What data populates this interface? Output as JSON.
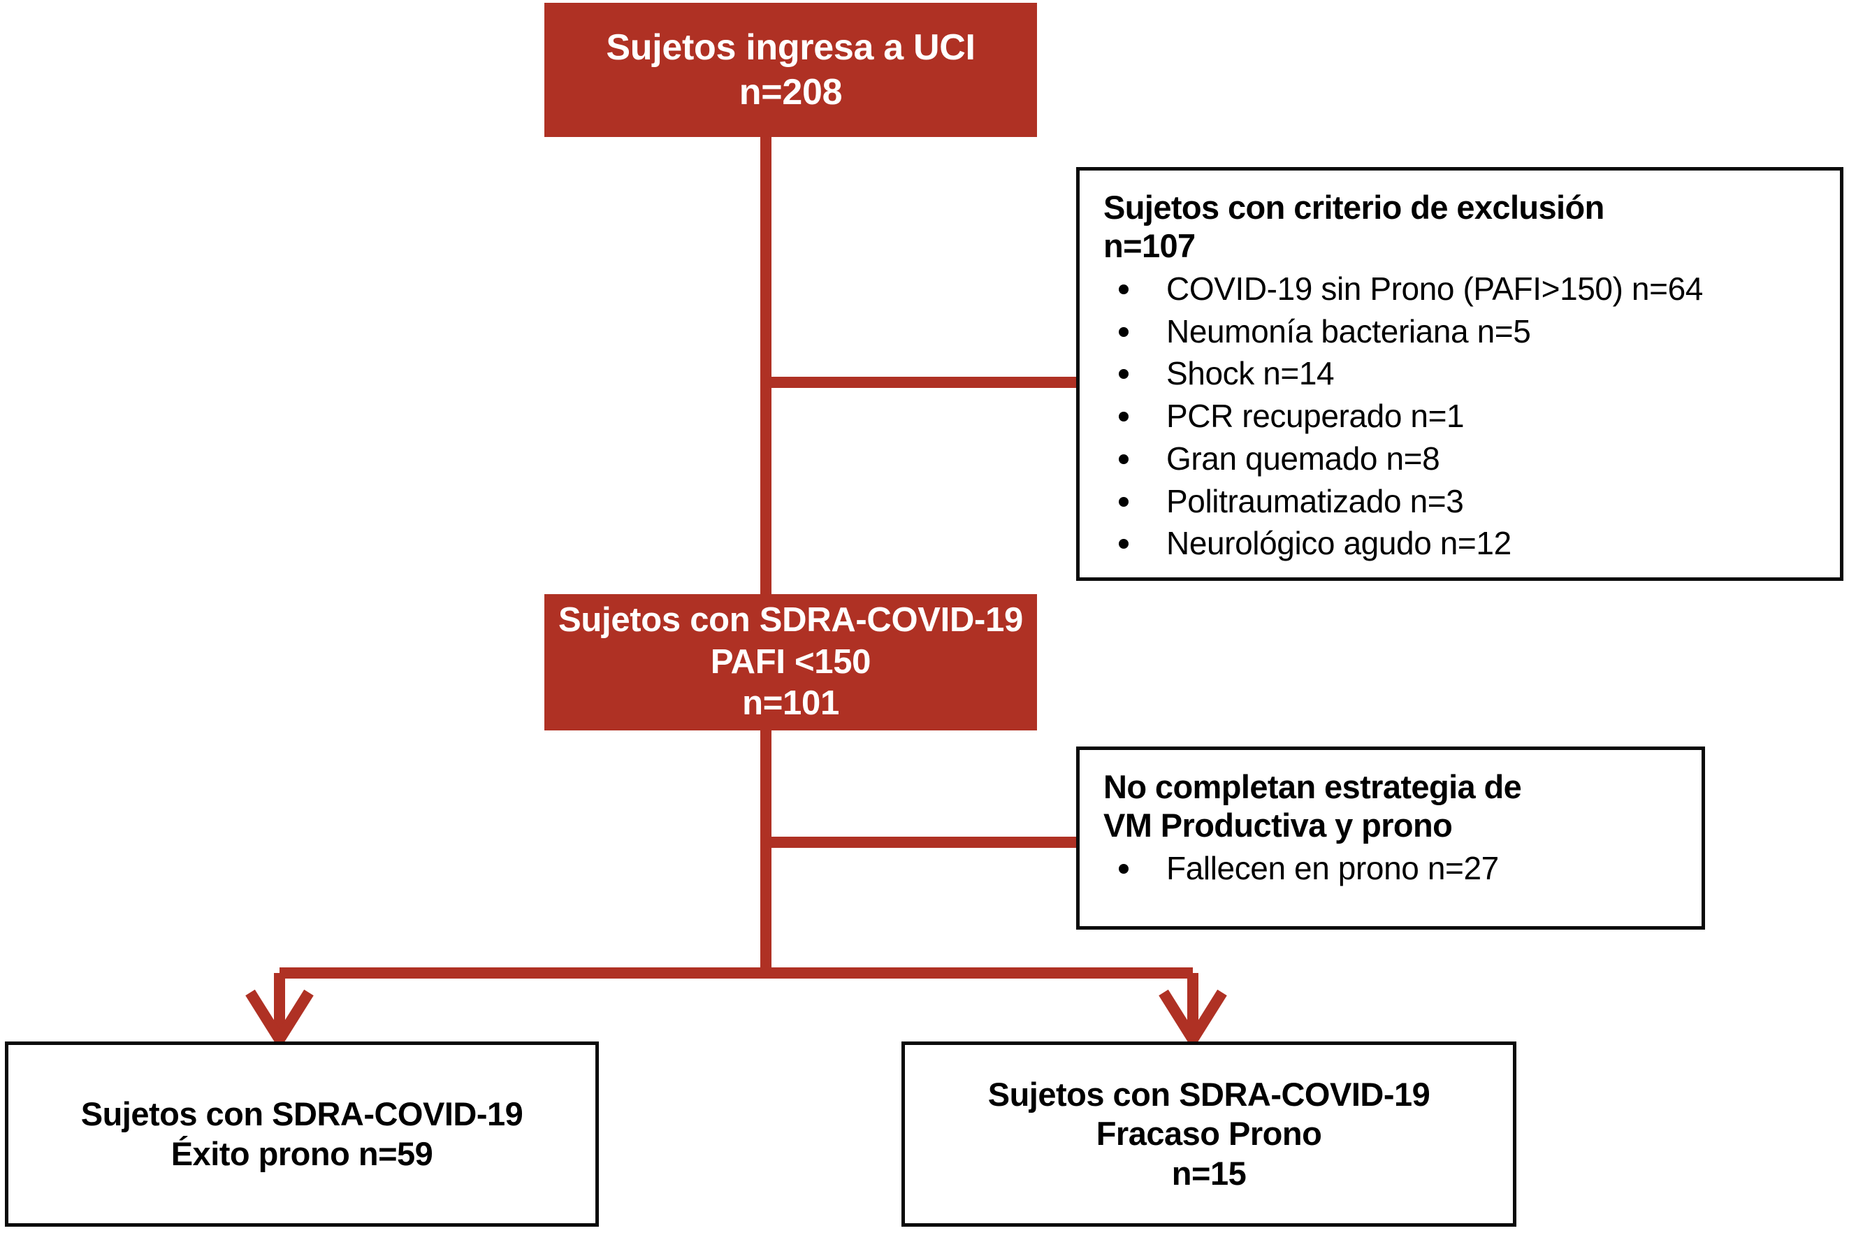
{
  "figure": {
    "type": "flowchart",
    "title": "Diagrama de flujo de selección de sujetos",
    "colors": {
      "accent_fill": "#AF3124",
      "connector": "#AF3124",
      "box_border": "#0A0A0A",
      "filled_text": "#FFFFFF",
      "outline_text": "#000000",
      "background": "#FFFFFF"
    }
  },
  "nodes": {
    "admitted": {
      "name": "Sujetos ingresa a UCI",
      "lines": [
        "Sujetos ingresa a UCI",
        "n=208"
      ],
      "count_label": "n=208",
      "count": 208,
      "style": "filled"
    },
    "excluded": {
      "name": "Sujetos con criterio de exclusión",
      "heading_lines": [
        "Sujetos con criterio de exclusión",
        "n=107"
      ],
      "count_label": "n=107",
      "count": 107,
      "items": [
        {
          "label": "COVID-19 sin Prono (PAFI>150) n=64",
          "count": 64
        },
        {
          "label": "Neumonía bacteriana n=5",
          "count": 5
        },
        {
          "label": "Shock  n=14",
          "count": 14
        },
        {
          "label": " PCR recuperado n=1",
          "count": 1
        },
        {
          "label": "Gran quemado n=8",
          "count": 8
        },
        {
          "label": "Politraumatizado n=3",
          "count": 3
        },
        {
          "label": "Neurológico agudo n=12",
          "count": 12
        }
      ],
      "style": "outlined"
    },
    "ards_cohort": {
      "name": "Sujetos con SDRA-COVID-19 PAFI <150",
      "lines": [
        "Sujetos con SDRA-COVID-19",
        "PAFI <150",
        "n=101"
      ],
      "count_label": "n=101",
      "count": 101,
      "style": "filled"
    },
    "incomplete": {
      "name": "No completan estrategia de VM Productiva y prono",
      "heading_lines": [
        "No completan estrategia de",
        "VM Productiva y prono"
      ],
      "items": [
        {
          "label": "Fallecen en prono n=27",
          "count": 27
        }
      ],
      "style": "outlined"
    },
    "success": {
      "name": "Sujetos con SDRA-COVID-19 Éxito prono",
      "lines": [
        "Sujetos con SDRA-COVID-19",
        "Éxito prono n=59"
      ],
      "count_label": "n=59",
      "count": 59,
      "style": "outlined"
    },
    "failure": {
      "name": "Sujetos con SDRA-COVID-19 Fracaso Prono",
      "lines": [
        "Sujetos con SDRA-COVID-19",
        "Fracaso Prono",
        "n=15"
      ],
      "count_label": "n=15",
      "count": 15,
      "style": "outlined"
    }
  },
  "edges": [
    {
      "from": "admitted",
      "to": "ards_cohort",
      "kind": "vertical-stem"
    },
    {
      "from": "admitted-stem",
      "to": "excluded",
      "kind": "elbow-right"
    },
    {
      "from": "ards_cohort-stem",
      "to": "incomplete",
      "kind": "elbow-right"
    },
    {
      "from": "ards_cohort",
      "to": "success",
      "kind": "split-arrow-left"
    },
    {
      "from": "ards_cohort",
      "to": "failure",
      "kind": "split-arrow-right"
    }
  ]
}
